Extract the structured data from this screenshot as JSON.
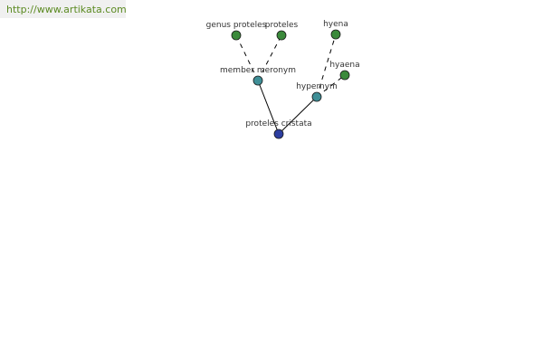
{
  "url": "http://www.artikata.com",
  "colors": {
    "root": "#2d3ea0",
    "relation": "#3f8f97",
    "leaf": "#3b8a3b",
    "edge": "#000000",
    "url_text": "#5b8a21",
    "url_bg": "#f0f0f0"
  },
  "graph": {
    "root": {
      "label": "proteles cristata"
    },
    "relations": [
      {
        "label": "member meronym",
        "terms": [
          "genus proteles",
          "proteles"
        ]
      },
      {
        "label": "hypernym",
        "terms": [
          "hyena",
          "hyaena"
        ]
      }
    ]
  }
}
